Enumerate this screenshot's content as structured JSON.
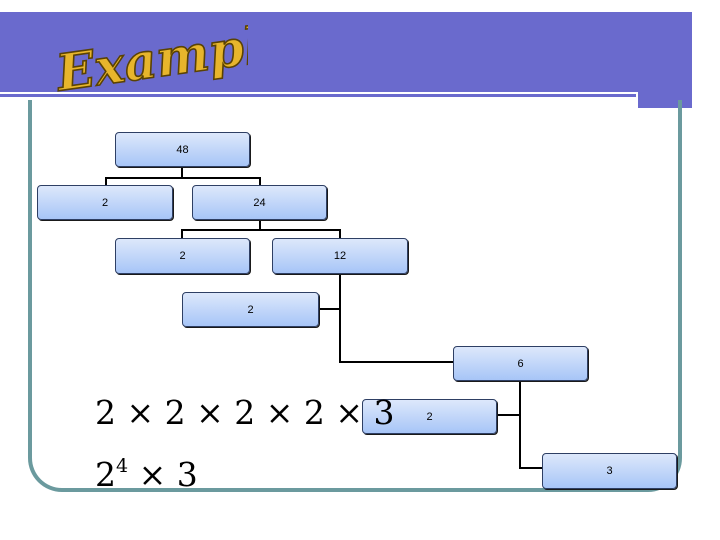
{
  "title": "Example",
  "colors": {
    "header": "#6a6acd",
    "frame": "#6b9a9e",
    "title_fill": "#e7b52c",
    "node_top": "#dde8fb",
    "node_bottom": "#a7c5f7"
  },
  "tree": {
    "root": "48",
    "level1": {
      "left": "2",
      "right": "24"
    },
    "level2": {
      "left": "2",
      "right": "12"
    },
    "level3": {
      "left": "2",
      "right": "6"
    },
    "level4": {
      "left": "2",
      "right": "3"
    }
  },
  "formulas": {
    "expanded": "2 × 2 × 2 × 2 × 3",
    "power_base": "2",
    "power_exp": "4",
    "power_rest": " × 3"
  }
}
